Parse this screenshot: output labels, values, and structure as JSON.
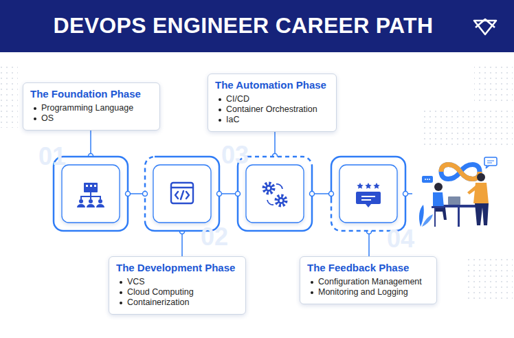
{
  "diagram": {
    "title": "DEVOPS ENGINEER CAREER PATH",
    "nodes": [
      {
        "text": [
          "The Foundation Phase",
          "Programming Language",
          "OS"
        ]
      },
      {
        "text": [
          "The Development Phase",
          "VCS",
          "Cloud Computing",
          "Containerization"
        ]
      },
      {
        "text": [
          "The Automation Phase",
          "CI/CD",
          "Container Orchestration",
          "IaC"
        ]
      },
      {
        "text": [
          "The Feedback Phase",
          "Configuration Management",
          "Monitoring and Logging"
        ]
      }
    ],
    "labels": [
      "01",
      "02",
      "03",
      "04"
    ]
  }
}
